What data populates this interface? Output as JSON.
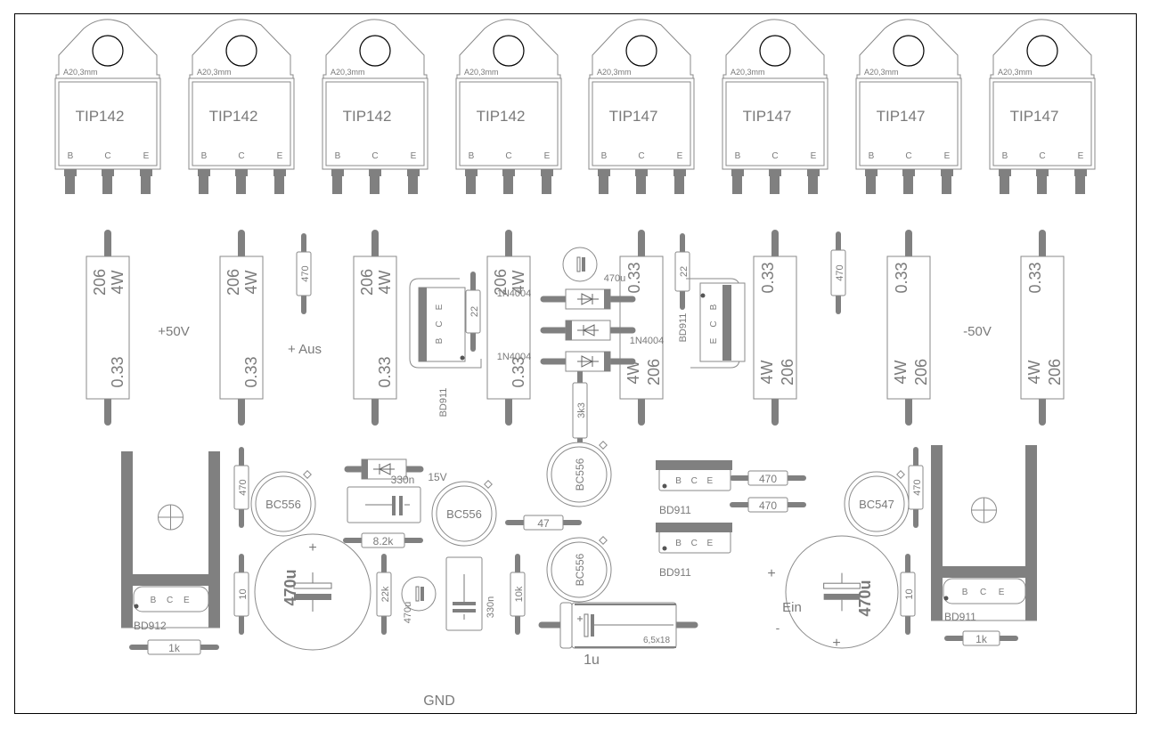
{
  "labels": {
    "pos_supply": "+50V",
    "neg_supply": "-50V",
    "output": "+ Aus",
    "input": "Ein",
    "ground": "GND",
    "zener_voltage": "15V",
    "cap_plus": "+",
    "cap_minus": "-"
  },
  "power_transistors": [
    {
      "part": "TIP142",
      "mount": "A20,3mm",
      "pins": [
        "B",
        "C",
        "E"
      ]
    },
    {
      "part": "TIP142",
      "mount": "A20,3mm",
      "pins": [
        "B",
        "C",
        "E"
      ]
    },
    {
      "part": "TIP142",
      "mount": "A20,3mm",
      "pins": [
        "B",
        "C",
        "E"
      ]
    },
    {
      "part": "TIP142",
      "mount": "A20,3mm",
      "pins": [
        "B",
        "C",
        "E"
      ]
    },
    {
      "part": "TIP147",
      "mount": "A20,3mm",
      "pins": [
        "B",
        "C",
        "E"
      ]
    },
    {
      "part": "TIP147",
      "mount": "A20,3mm",
      "pins": [
        "B",
        "C",
        "E"
      ]
    },
    {
      "part": "TIP147",
      "mount": "A20,3mm",
      "pins": [
        "B",
        "C",
        "E"
      ]
    },
    {
      "part": "TIP147",
      "mount": "A20,3mm",
      "pins": [
        "B",
        "C",
        "E"
      ]
    }
  ],
  "emitter_resistors": [
    {
      "value": "0.33",
      "power": "4W",
      "code": "206"
    },
    {
      "value": "0.33",
      "power": "4W",
      "code": "206"
    },
    {
      "value": "0.33",
      "power": "4W",
      "code": "206"
    },
    {
      "value": "0.33",
      "power": "4W",
      "code": "206"
    },
    {
      "value": "0.33",
      "power": "4W",
      "code": "206"
    },
    {
      "value": "0.33",
      "power": "4W",
      "code": "206"
    },
    {
      "value": "0.33",
      "power": "4W",
      "code": "206"
    },
    {
      "value": "0.33",
      "power": "4W",
      "code": "206"
    }
  ],
  "resistors": [
    "470",
    "470",
    "22",
    "22",
    "3k3",
    "470",
    "10",
    "1k",
    "8.2k",
    "22k",
    "10k",
    "47",
    "470",
    "470",
    "470",
    "10",
    "1k"
  ],
  "diodes": [
    "1N4004",
    "1N4004",
    "1N4004"
  ],
  "small_transistors": [
    "BC556",
    "BC556",
    "BC556",
    "BC556",
    "BC547"
  ],
  "drivers": [
    {
      "part": "BD911",
      "pins": [
        "B",
        "C",
        "E"
      ]
    },
    {
      "part": "BD911",
      "pins": [
        "E",
        "C",
        "B"
      ]
    },
    {
      "part": "BD911",
      "pins": [
        "B",
        "C",
        "E"
      ]
    },
    {
      "part": "BD911",
      "pins": [
        "B",
        "C",
        "E"
      ]
    },
    {
      "part": "BD912",
      "pins": [
        "B",
        "C",
        "E"
      ]
    },
    {
      "part": "BD911",
      "pins": [
        "B",
        "C",
        "E"
      ]
    }
  ],
  "capacitors": {
    "c_bias": "470u",
    "c_big_left": "470u",
    "c_small": "470u",
    "c_box1": "330n",
    "c_box2": "330n",
    "c_input": "1u",
    "c_input_size": "6,5x18",
    "c_big_right": "470u"
  },
  "colors": {
    "pad": "#808080",
    "outline": "#8a8a8a",
    "hole": "#000000"
  }
}
